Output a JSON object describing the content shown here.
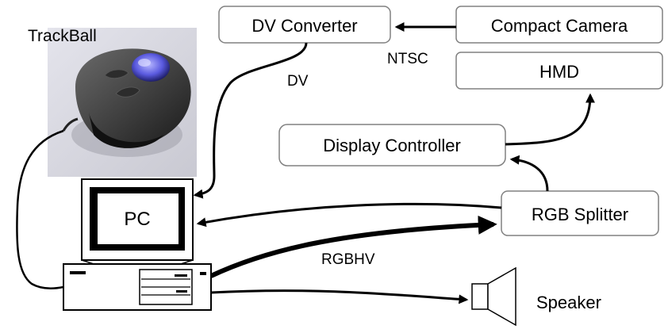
{
  "nodes": {
    "dv_converter": "DV Converter",
    "compact_camera": "Compact Camera",
    "hmd": "HMD",
    "display_controller": "Display Controller",
    "rgb_splitter": "RGB Splitter",
    "pc": "PC",
    "speaker": "Speaker",
    "trackball": "TrackBall"
  },
  "edge_labels": {
    "ntsc": "NTSC",
    "dv": "DV",
    "rgbhv": "RGBHV"
  }
}
